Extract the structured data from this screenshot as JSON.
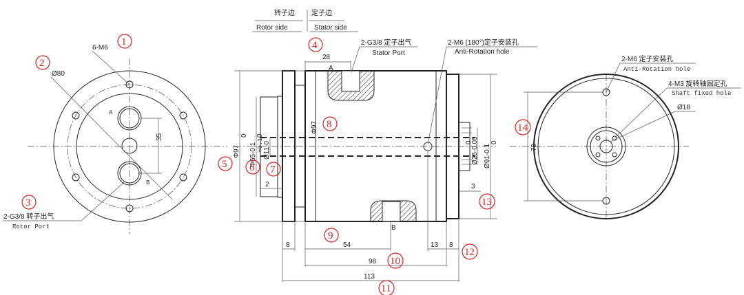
{
  "header": {
    "rotor_side": "转子边",
    "rotor_side_en": "Rotor side",
    "stator_side": "定子边",
    "stator_side_en": "Stator side"
  },
  "left_view": {
    "bolt_label": "6-M6",
    "diameter_label": "Ø80",
    "dim_35": "35",
    "port_a": "A",
    "port_b": "B",
    "rotor_port_cn": "2-G3/8 转子出气",
    "rotor_port_en": "Rotor Port"
  },
  "middle_view": {
    "stator_port_cn": "2-G3/8 定子出气",
    "stator_port_en": "Stator Port",
    "anti_rotation_cn": "2-M6 (180°)定子安装孔",
    "anti_rotation_en": "Anti-Rotation hole",
    "dim_28": "28",
    "port_a": "A",
    "port_b": "B",
    "dia_97_inner": "Φ97",
    "dia_97": "Φ97",
    "dia_97_tol": "0",
    "dia_65": "Φ65-0.1",
    "dia_65_tol": "0",
    "dia_11": "Ø11-0",
    "dia_11_tol": "+0.1",
    "dia_25": "Ø25-0.05",
    "dia_25_tol": "0",
    "dia_91": "Ø91-0.1",
    "dia_91_tol": "0",
    "dim_2": "2",
    "dim_3": "3",
    "dim_8_left": "8",
    "dim_54": "54",
    "dim_13": "13",
    "dim_8_right": "8",
    "dim_98": "98",
    "dim_113": "113"
  },
  "right_view": {
    "mount_cn": "2-M6 定子安装孔",
    "mount_en": "Anti-Rotation hole",
    "shaft_cn": "4-M3 旋转轴固定孔",
    "shaft_en": "Shaft fixed hole",
    "dia_18": "Ø18",
    "dim_70": "70"
  },
  "callouts": [
    "1",
    "2",
    "3",
    "4",
    "5",
    "6",
    "7",
    "8",
    "9",
    "10",
    "11",
    "12",
    "13",
    "14"
  ],
  "colors": {
    "callout": "#e02020",
    "line": "#222222"
  }
}
